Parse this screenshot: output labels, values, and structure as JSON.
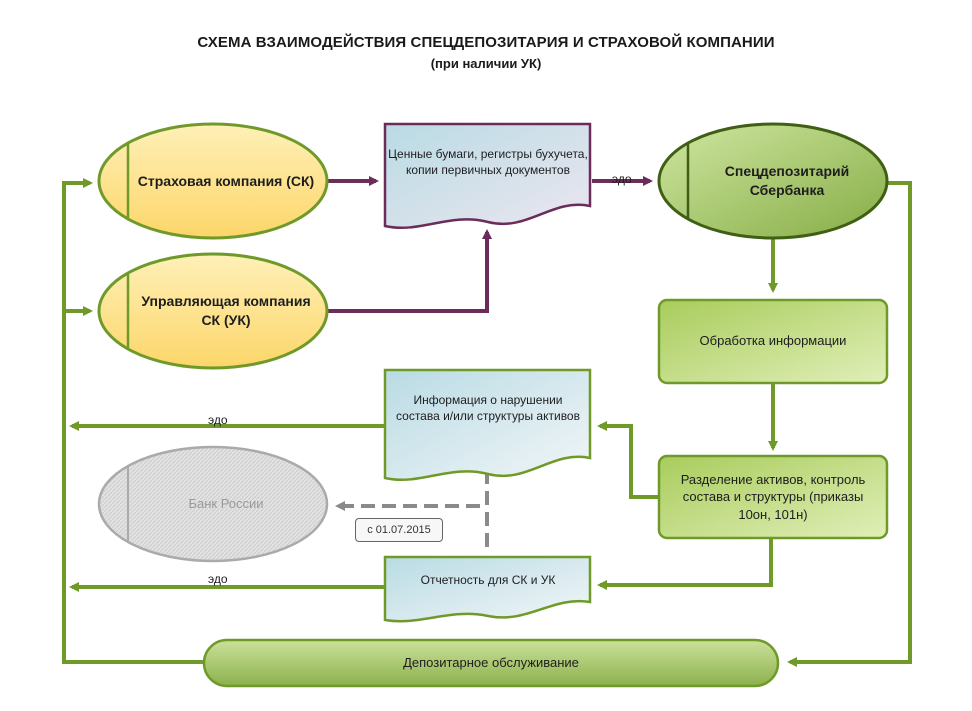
{
  "title": "СХЕМА ВЗАИМОДЕЙСТВИЯ СПЕЦДЕПОЗИТАРИЯ И СТРАХОВОЙ КОМПАНИИ",
  "subtitle": "(при наличии УК)",
  "nodes": {
    "insurance": "Страховая компания (СК)",
    "management": "Управляющая компания СК (УК)",
    "documents": "Ценные бумаги, регистры бухучета, копии первичных документов",
    "depositary": "Спецдепозитарий Сбербанка",
    "processing": "Обработка информации",
    "separation": "Разделение активов, контроль состава и структуры (приказы 10он, 101н)",
    "violation_info": "Информация о нарушении состава и/или структуры активов",
    "bank": "Банк России",
    "reporting": "Отчетность для СК и УК",
    "service": "Депозитарное обслуживание"
  },
  "labels": {
    "edo": "эдо",
    "since": "с 01.07.2015"
  },
  "colors": {
    "green": "#6f9a2a",
    "purple": "#6b2c5a",
    "yellow": "#fde28a",
    "green_fill": "#b5d36a",
    "blue_doc": "#d4e8ef",
    "grey": "#dcdcdc"
  }
}
